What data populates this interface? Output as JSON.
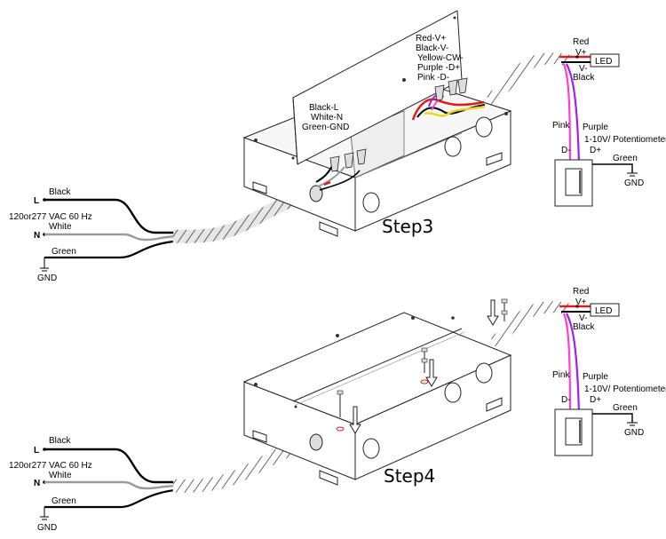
{
  "steps": [
    {
      "title": "Step3",
      "power": {
        "line_label": "Black",
        "line_term": "L",
        "voltage": "120or277 VAC  60 Hz",
        "neutral_label": "White",
        "neutral_term": "N",
        "ground_label": "Green",
        "ground_term": "GND"
      },
      "internal": {
        "input_labels": [
          "Black-L",
          "White-N",
          "Green-GND"
        ],
        "output_labels": [
          "Red-V+",
          "Black-V-",
          "Yellow-CW-",
          "Purple -D+",
          "Pink -D-"
        ]
      },
      "output": {
        "red_label": "Red",
        "vplus": "V+",
        "led": "LED",
        "vminus": "V-",
        "black_label": "Black",
        "pink_label": "Pink",
        "purple_label": "Purple",
        "dimmer_label": "1-10V/ Potentiometer",
        "dminus": "D-",
        "dplus": "D+",
        "green_label": "Green",
        "gnd": "GND"
      }
    },
    {
      "title": "Step4",
      "power": {
        "line_label": "Black",
        "line_term": "L",
        "voltage": "120or277 VAC  60 Hz",
        "neutral_label": "White",
        "neutral_term": "N",
        "ground_label": "Green",
        "ground_term": "GND"
      },
      "output": {
        "red_label": "Red",
        "vplus": "V+",
        "led": "LED",
        "vminus": "V-",
        "black_label": "Black",
        "pink_label": "Pink",
        "purple_label": "Purple",
        "dimmer_label": "1-10V/ Potentiometer",
        "dminus": "D-",
        "dplus": "D+",
        "green_label": "Green",
        "gnd": "GND"
      }
    }
  ],
  "colors": {
    "red": "#e01b1b",
    "black": "#000000",
    "white_wire": "#9a9a9a",
    "yellow": "#f2d21b",
    "purple": "#a020f0",
    "pink": "#ff3fd0",
    "green_wire": "#000000"
  }
}
